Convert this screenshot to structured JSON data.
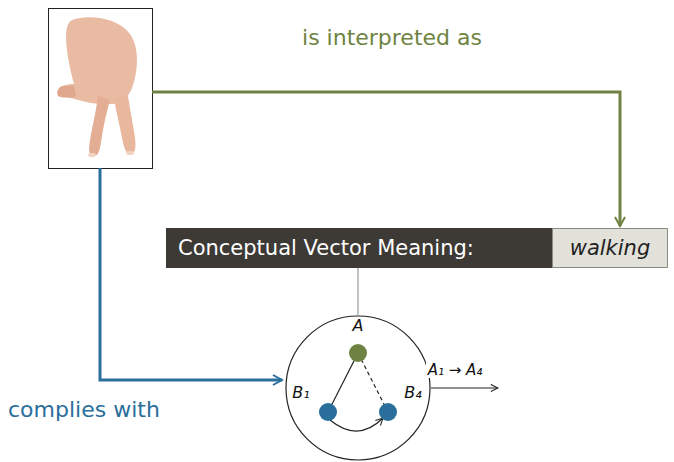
{
  "diagram": {
    "nodes": [
      {
        "text": [
          "Conceptual Vector Meaning:"
        ]
      },
      {
        "text": [
          "walking"
        ]
      },
      {
        "text": [
          "A",
          "B₁",
          "B₄"
        ]
      }
    ],
    "edges": [
      {
        "from": 0,
        "to": 2,
        "arrow": "none"
      }
    ],
    "labels": [
      "is interpreted as",
      "complies with",
      "A₁ → A₄"
    ]
  }
}
